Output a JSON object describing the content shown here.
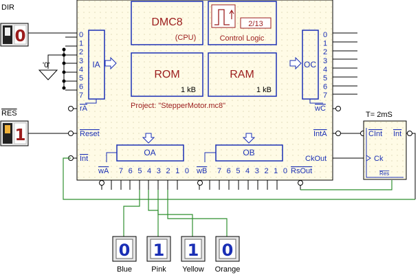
{
  "switches": {
    "dir": {
      "label": "DIR",
      "value": "0"
    },
    "res": {
      "label": "RES",
      "value": "1"
    }
  },
  "cpu": {
    "title": "DMC8",
    "subtitle": "(CPU)",
    "control_logic": {
      "label": "Control Logic",
      "step": "2/13"
    },
    "rom": {
      "label": "ROM",
      "size": "1 kB"
    },
    "ram": {
      "label": "RAM",
      "size": "1 kB"
    },
    "project": "Project: \"StepperMotor.mc8\"",
    "ia_label": "IA",
    "oc_label": "OC",
    "oa_label": "OA",
    "ob_label": "OB",
    "input_pins": [
      "0",
      "1",
      "2",
      "3",
      "4",
      "5",
      "6",
      "7"
    ],
    "output_pins": [
      "0",
      "1",
      "2",
      "3",
      "4",
      "5",
      "6",
      "7"
    ],
    "port_bits": [
      "7",
      "6",
      "5",
      "4",
      "3",
      "2",
      "1",
      "0"
    ],
    "ra": "rA",
    "wc": "wC",
    "wa": "wA",
    "wb": "wB",
    "reset": "Reset",
    "int_in": "Int",
    "inta": "IntA",
    "ckout": "CkOut",
    "rsout": "RsOut"
  },
  "zero_const": "'0'",
  "timer": {
    "title": "T= 2mS",
    "clint": "CInt",
    "int": "Int",
    "ck": "Ck",
    "res": "Res"
  },
  "indicators": [
    {
      "value": "0",
      "label": "Blue"
    },
    {
      "value": "1",
      "label": "Pink"
    },
    {
      "value": "1",
      "label": "Yellow"
    },
    {
      "value": "0",
      "label": "Orange"
    }
  ],
  "colors": {
    "chip_fill": "#fffbe6",
    "dark_red": "#9b1c1c",
    "blue": "#1a2fb5",
    "wire_green": "#2f8f2f"
  }
}
